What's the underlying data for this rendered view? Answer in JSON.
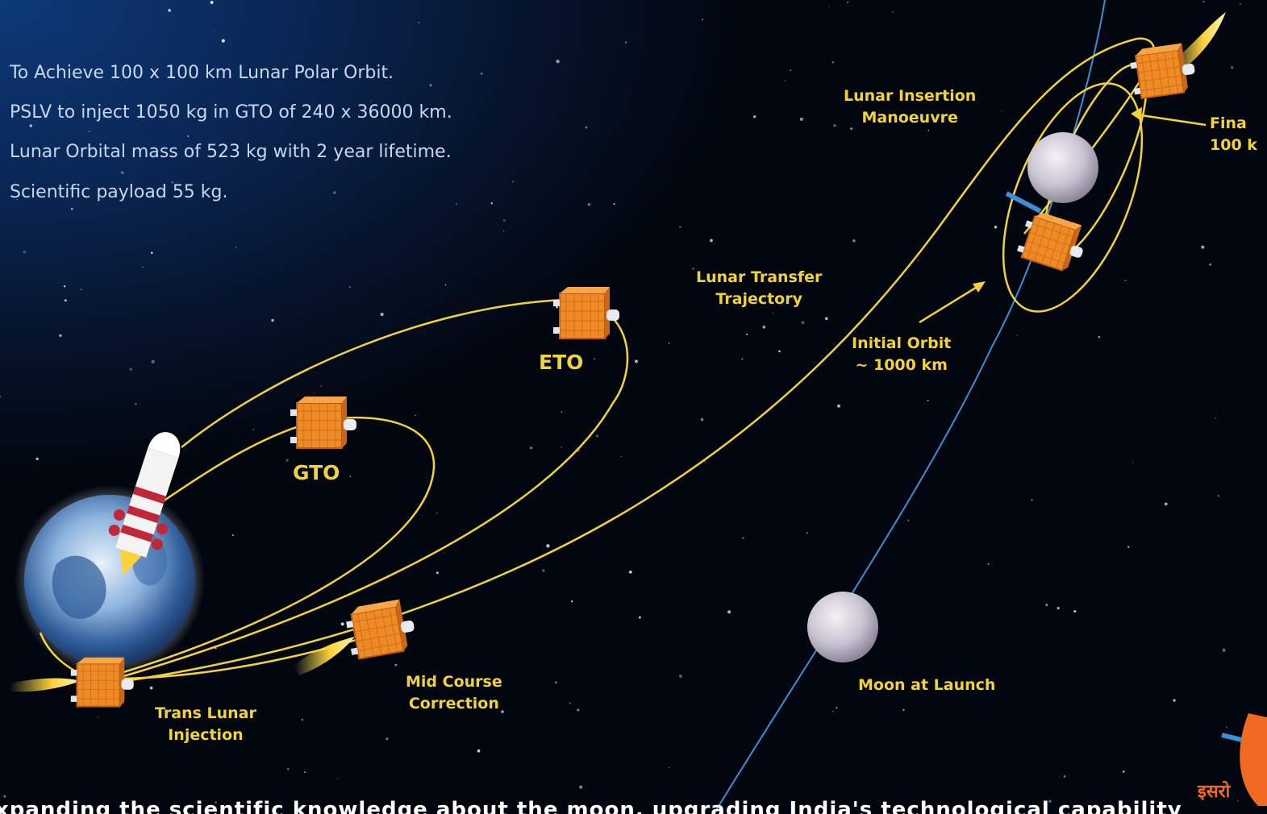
{
  "specs": [
    "To Achieve 100 x 100 km Lunar Polar Orbit.",
    "PSLV to inject 1050 kg in GTO of 240 x 36000 km.",
    "Lunar Orbital mass of 523 kg with 2 year lifetime.",
    "Scientific payload 55 kg."
  ],
  "labels": {
    "gto": "GTO",
    "eto": "ETO",
    "trans_lunar_injection": [
      "Trans Lunar",
      "Injection"
    ],
    "mid_course_correction": [
      "Mid Course",
      "Correction"
    ],
    "lunar_transfer_trajectory": [
      "Lunar Transfer",
      "Trajectory"
    ],
    "lunar_insertion_manoeuvre": [
      "Lunar Insertion",
      "Manoeuvre"
    ],
    "initial_orbit": [
      "Initial Orbit",
      "~ 1000 km"
    ],
    "final_orbit": [
      "Fina",
      "100 k"
    ],
    "moon_at_launch": "Moon at Launch"
  },
  "footer_ticker": "xpanding the scientific knowledge about the moon, upgrading India's technological capability",
  "logo": {
    "text": "इसरो",
    "name": "isro-logo"
  },
  "colors": {
    "trajectory": "#f2d23a",
    "label": "#f2d23a",
    "spec_text": "#c7d7ef",
    "moon_orbit_path": "#3a8fd6",
    "spacecraft": "#f08a24",
    "isro": "#f26a21"
  }
}
